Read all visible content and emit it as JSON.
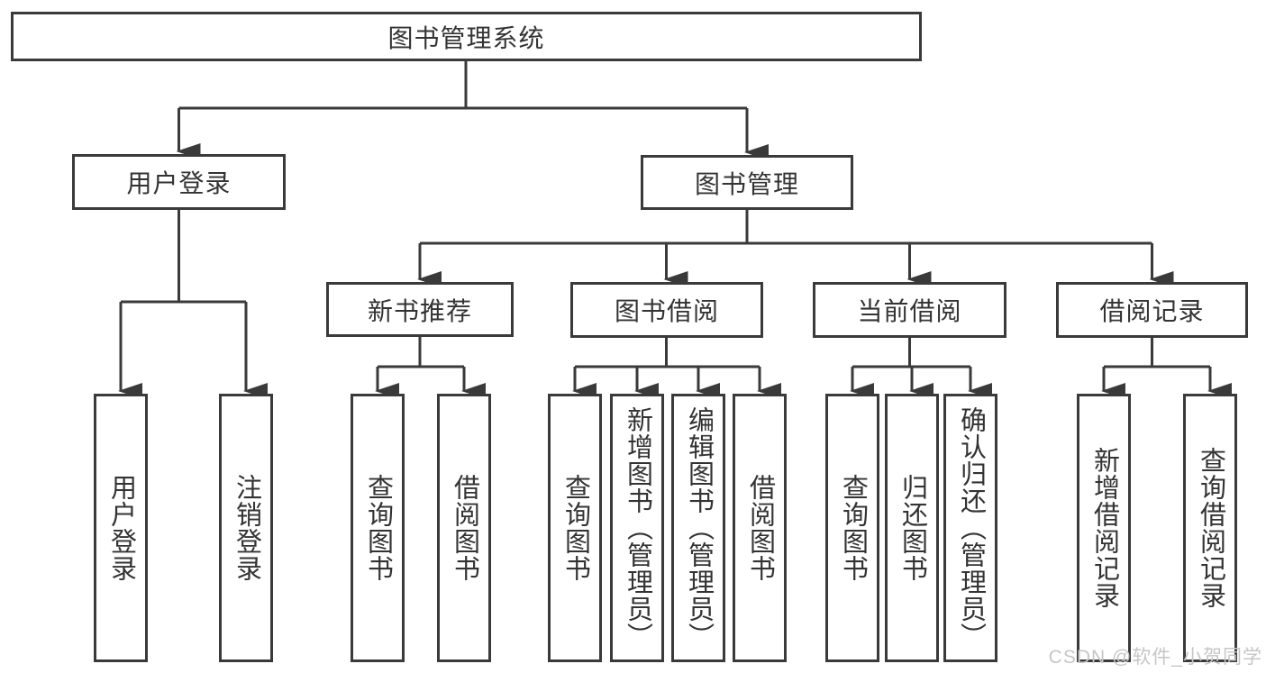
{
  "diagram": {
    "type": "tree",
    "root": {
      "label": "图书管理系统",
      "children": [
        {
          "label": "用户登录",
          "children": [
            {
              "label": "用户登录"
            },
            {
              "label": "注销登录"
            }
          ]
        },
        {
          "label": "图书管理",
          "children": [
            {
              "label": "新书推荐",
              "children": [
                {
                  "label": "查询图书"
                },
                {
                  "label": "借阅图书"
                }
              ]
            },
            {
              "label": "图书借阅",
              "children": [
                {
                  "label": "查询图书"
                },
                {
                  "label": "新增图书（管理员）"
                },
                {
                  "label": "编辑图书（管理员）"
                },
                {
                  "label": "借阅图书"
                }
              ]
            },
            {
              "label": "当前借阅",
              "children": [
                {
                  "label": "查询图书"
                },
                {
                  "label": "归还图书"
                },
                {
                  "label": "确认归还（管理员）"
                }
              ]
            },
            {
              "label": "借阅记录",
              "children": [
                {
                  "label": "新增借阅记录"
                },
                {
                  "label": "查询借阅记录"
                }
              ]
            }
          ]
        }
      ]
    }
  },
  "watermark": {
    "text": "CSDN @软件_小贺同学",
    "color": "#c6c6c6"
  },
  "colors": {
    "line": "#3a3a3a",
    "text": "#333333",
    "background": "#ffffff"
  }
}
